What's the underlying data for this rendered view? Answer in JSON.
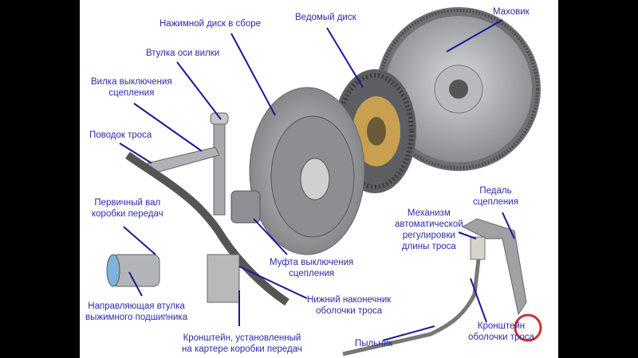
{
  "labels": {
    "pressure_plate": "Нажимной диск в сборе",
    "driven_disc": "Ведомый диск",
    "flywheel": "Маховик",
    "fork_bushing": "Втулка оси вилки",
    "release_fork": [
      "Вилка выключения",
      "сцепления"
    ],
    "cable_lever": "Поводок троса",
    "input_shaft": [
      "Первичный вал",
      "коробки передач"
    ],
    "guide_sleeve": [
      "Направляющая втулка",
      "выжимного подшипника"
    ],
    "release_bearing": [
      "Муфта выключения",
      "сцепления"
    ],
    "lower_tip": [
      "Нижний наконечник",
      "оболочки троса"
    ],
    "gearbox_bracket": [
      "Кронштейн, установленный",
      "на картере коробки передач"
    ],
    "boot": "Пыльник",
    "adjuster": [
      "Механизм",
      "автоматической",
      "регулировки",
      "длины троса"
    ],
    "pedal": [
      "Педаль",
      "сцепления"
    ],
    "sheath_bracket": [
      "Кронштейн",
      "оболочки троса"
    ]
  },
  "colors": {
    "label": "#2a2aa8",
    "leader": "#1a1a9a",
    "metal": "#9a9ca0",
    "friction": "#c8a050"
  }
}
